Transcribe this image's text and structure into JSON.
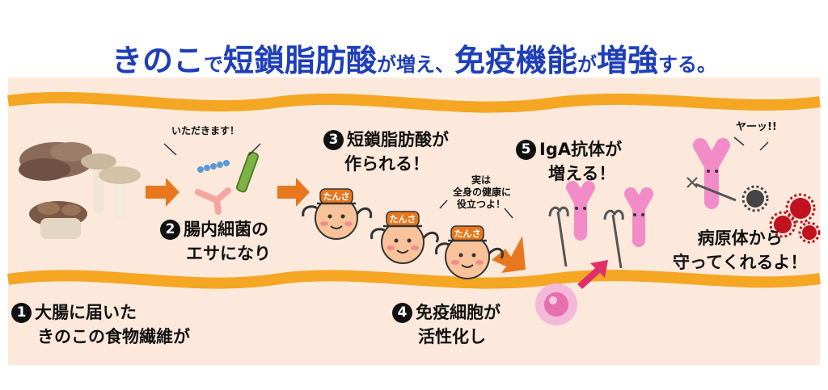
{
  "title": {
    "p1": "きのこ",
    "p2": "で",
    "p3": "短鎖脂肪酸",
    "p4": "が増え、",
    "p5": "免疫機能",
    "p6": "が",
    "p7": "増強",
    "p8": "する。"
  },
  "steps": [
    {
      "num": "1",
      "line1": "大腸に届いた",
      "line2": "きのこの食物繊維が"
    },
    {
      "num": "2",
      "line1": "腸内細菌の",
      "line2": "エサになり"
    },
    {
      "num": "3",
      "line1": "短鎖脂肪酸が",
      "line2": "作られる！"
    },
    {
      "num": "4",
      "line1": "免疫細胞が",
      "line2": "活性化し"
    },
    {
      "num": "5",
      "line1": "IgA抗体が",
      "line2": "増える！"
    }
  ],
  "bubbles": {
    "itadakimasu": "いただきます！",
    "jitsu_1": "実は",
    "jitsu_2": "全身の健康に",
    "jitsu_3": "役立つよ！",
    "yaa": "ヤーッ!!"
  },
  "mascot_cap": "たんさ",
  "protect": {
    "line1": "病原体から",
    "line2": "守ってくれるよ！"
  },
  "colors": {
    "title": "#1f3fb8",
    "band": "#f5a623",
    "panel": "#fde9dc",
    "antibody": "#f28cc8",
    "arrow": "#e8781e",
    "pathogen": "#c1121f"
  }
}
